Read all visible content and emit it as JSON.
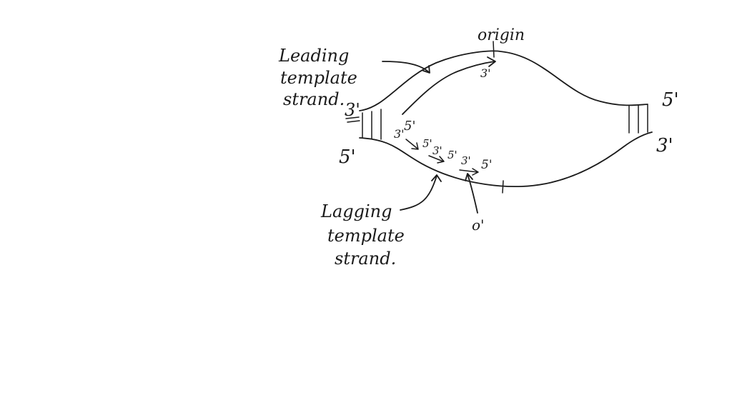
{
  "labels": {
    "origin": "origin",
    "leading_template": [
      "Leading",
      "template",
      "strand."
    ],
    "lagging_template": [
      "Lagging",
      "template",
      "strand."
    ],
    "left_top_end": "3'",
    "left_bottom_end": "5'",
    "right_top_end": "5'",
    "right_bottom_end": "3'",
    "leading_new_3": "3'",
    "leading_new_5": "5'",
    "lagging_start_3": "3'",
    "fragment1_5": "5'",
    "fragment1_3": "3'",
    "fragment2_5": "5'",
    "fragment2_3": "3'",
    "fragment3_5": "5'",
    "lagging_origin": "o'"
  }
}
